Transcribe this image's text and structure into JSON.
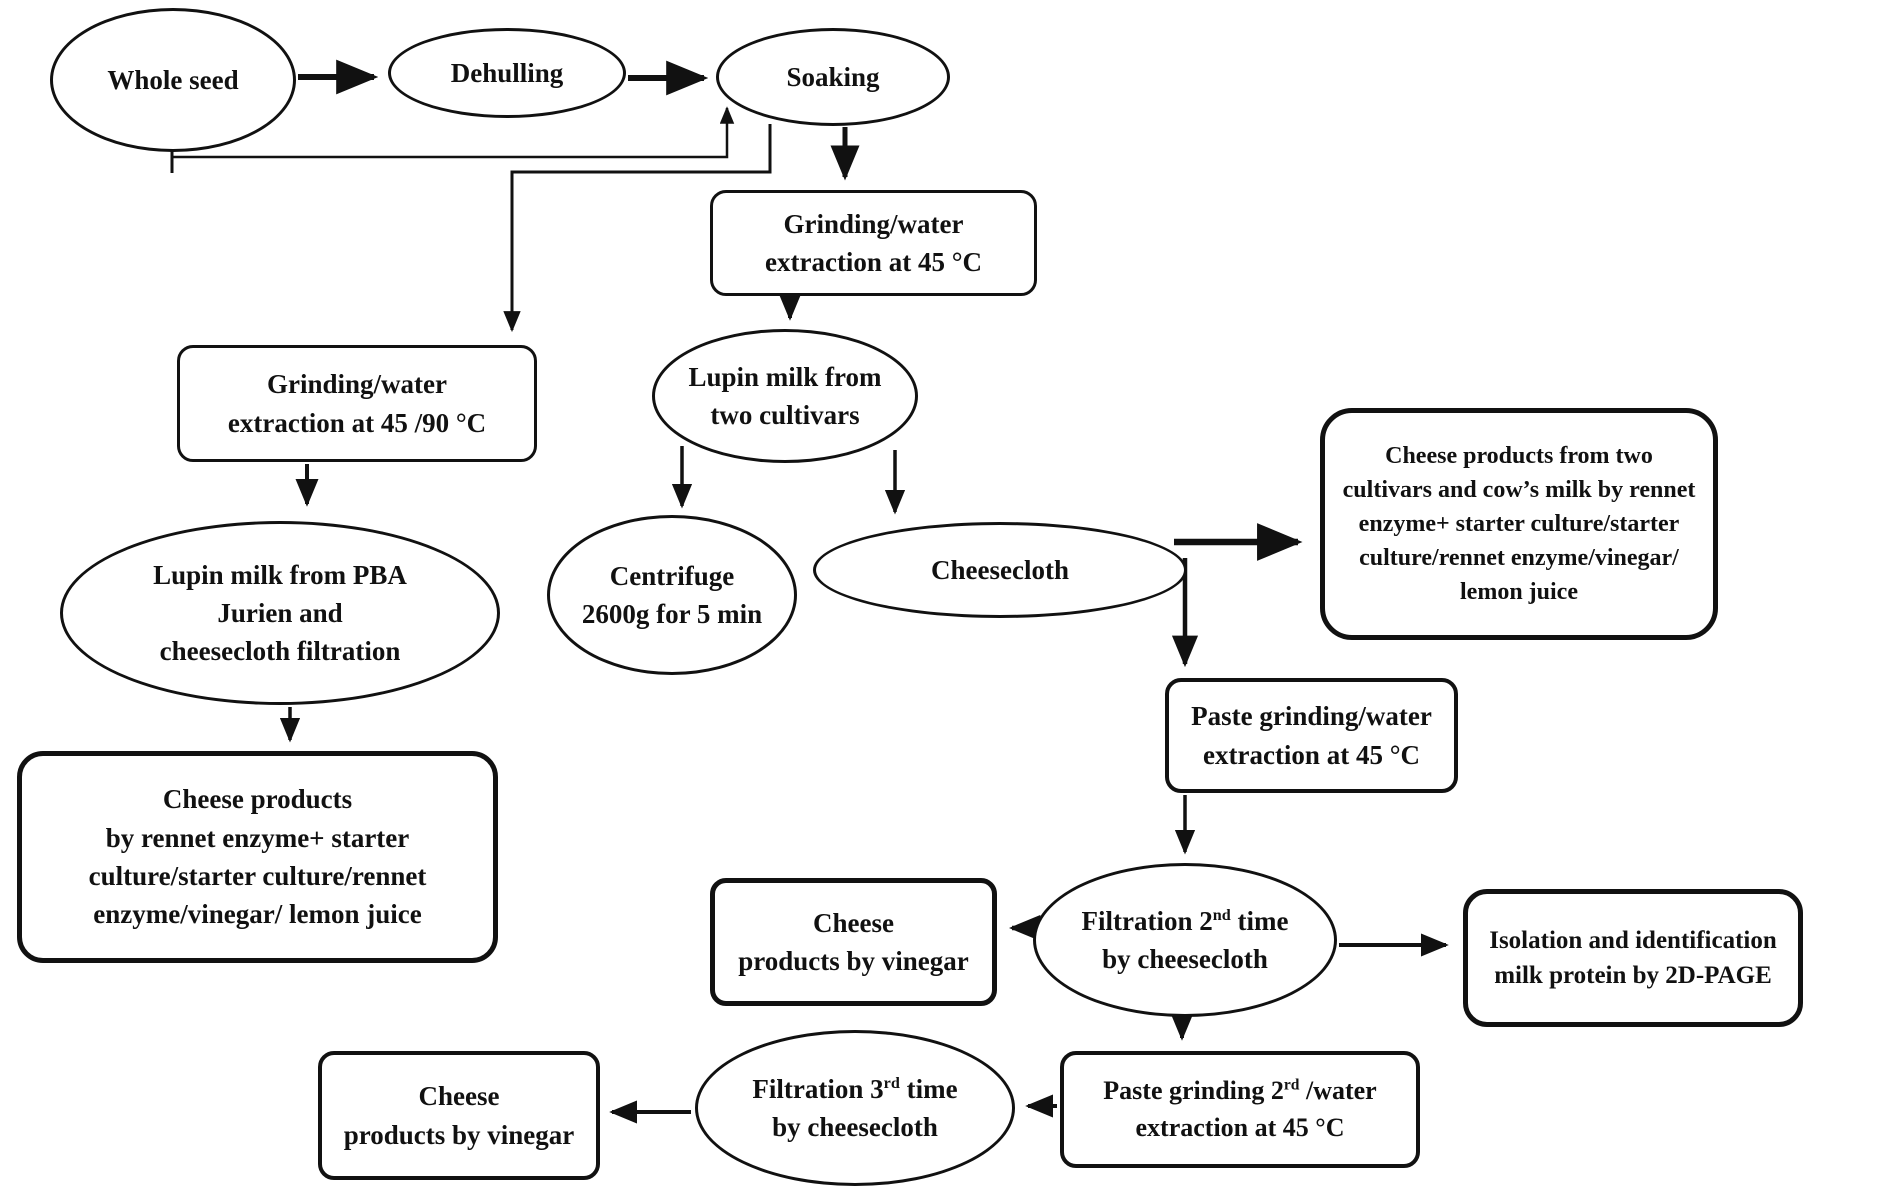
{
  "figure": {
    "type": "flowchart",
    "background": "#ffffff",
    "ink_color": "#111111",
    "nodes": [
      {
        "id": "whole-seed",
        "shape": "ellipse",
        "lines": [
          "Whole seed"
        ]
      },
      {
        "id": "dehulling",
        "shape": "ellipse",
        "lines": [
          "Dehulling"
        ]
      },
      {
        "id": "soaking",
        "shape": "ellipse",
        "lines": [
          "Soaking"
        ]
      },
      {
        "id": "grinding-45",
        "shape": "rect",
        "lines": [
          "Grinding/water",
          "extraction at 45 °C"
        ]
      },
      {
        "id": "grinding-45-90",
        "shape": "rect",
        "lines": [
          "Grinding/water",
          "extraction at 45 /90 °C"
        ]
      },
      {
        "id": "lupin-two-cultivars",
        "shape": "ellipse",
        "lines": [
          "Lupin milk from",
          "two cultivars"
        ]
      },
      {
        "id": "lupin-pba",
        "shape": "ellipse",
        "lines": [
          "Lupin milk from PBA",
          "Jurien and",
          "cheesecloth filtration"
        ]
      },
      {
        "id": "centrifuge",
        "shape": "ellipse",
        "lines": [
          "Centrifuge",
          "2600g for 5 min"
        ]
      },
      {
        "id": "cheesecloth",
        "shape": "ellipse",
        "lines": [
          "Cheesecloth"
        ]
      },
      {
        "id": "cheese-left",
        "shape": "rect",
        "lines": [
          "Cheese products",
          "by rennet enzyme+ starter",
          "culture/starter culture/rennet",
          "enzyme/vinegar/ lemon juice"
        ]
      },
      {
        "id": "cheese-right",
        "shape": "rect",
        "lines": [
          "Cheese products from two",
          "cultivars and cow’s milk by rennet",
          "enzyme+ starter culture/starter",
          "culture/rennet enzyme/vinegar/",
          "lemon juice"
        ]
      },
      {
        "id": "paste-grinding-1",
        "shape": "rect",
        "lines": [
          "Paste grinding/water",
          "extraction at 45 °C"
        ]
      },
      {
        "id": "filtration-2nd",
        "shape": "ellipse",
        "lines": [
          "Filtration 2^{nd} time",
          "by cheesecloth"
        ]
      },
      {
        "id": "cheese-vinegar-1",
        "shape": "rect",
        "lines": [
          "Cheese",
          "products by vinegar"
        ]
      },
      {
        "id": "isolation",
        "shape": "rect",
        "lines": [
          "Isolation and identification",
          "milk protein by 2D-PAGE"
        ]
      },
      {
        "id": "paste-grinding-2",
        "shape": "rect",
        "lines": [
          "Paste grinding 2^{rd} /water",
          "extraction at 45 °C"
        ]
      },
      {
        "id": "filtration-3rd",
        "shape": "ellipse",
        "lines": [
          "Filtration 3^{rd} time",
          "by cheesecloth"
        ]
      },
      {
        "id": "cheese-vinegar-2",
        "shape": "rect",
        "lines": [
          "Cheese",
          "products by vinegar"
        ]
      }
    ]
  }
}
